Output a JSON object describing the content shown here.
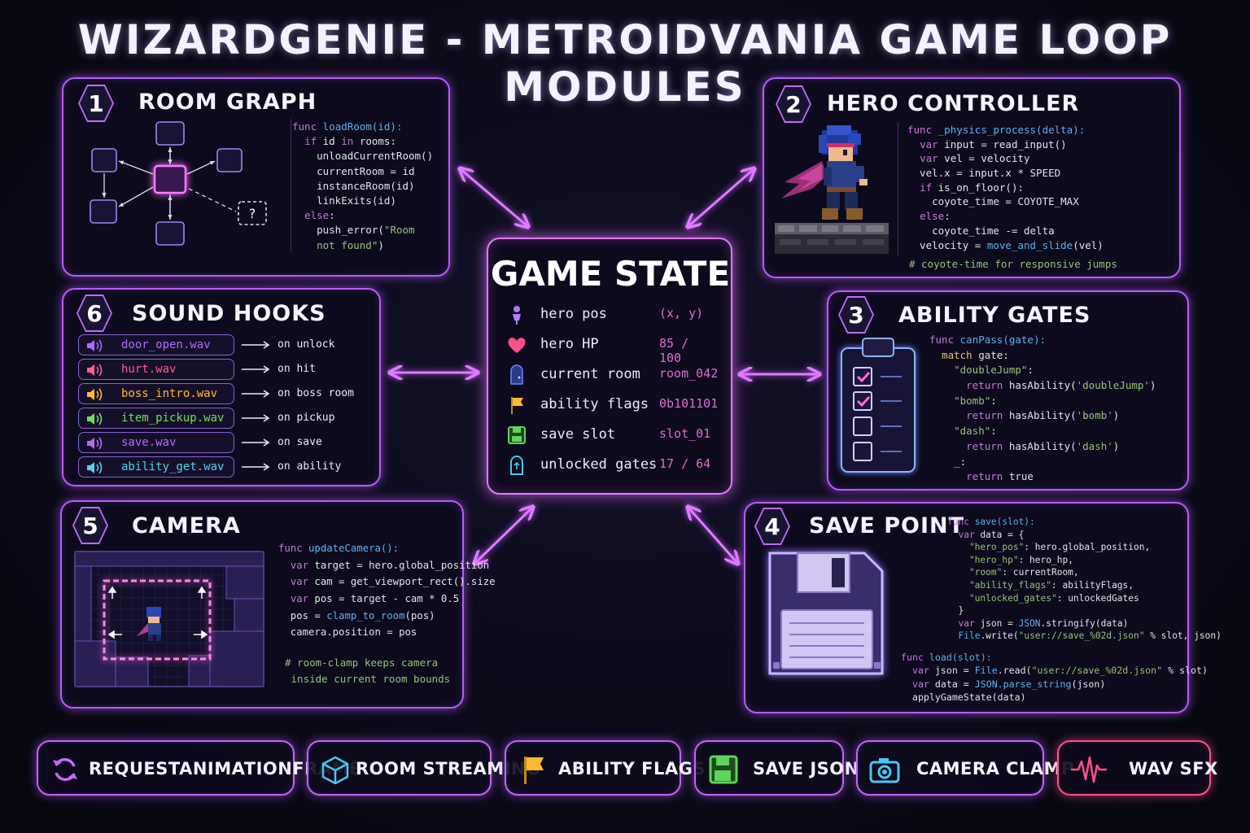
{
  "title": "WIZARDGENIE - METROIDVANIA GAME LOOP MODULES",
  "panels": {
    "room_graph": {
      "number": "1",
      "title": "ROOM GRAPH",
      "unknown_node": "?",
      "code": [
        [
          [
            "k",
            "func "
          ],
          [
            "f",
            "loadRoom(id):"
          ]
        ],
        [
          [
            "t",
            "  "
          ],
          [
            "k",
            "if"
          ],
          [
            "t",
            " id "
          ],
          [
            "k",
            "in"
          ],
          [
            "t",
            " rooms:"
          ]
        ],
        [
          [
            "t",
            "    unloadCurrentRoom()"
          ]
        ],
        [
          [
            "t",
            "    currentRoom = id"
          ]
        ],
        [
          [
            "t",
            "    instanceRoom(id)"
          ]
        ],
        [
          [
            "t",
            "    linkExits(id)"
          ]
        ],
        [
          [
            "t",
            "  "
          ],
          [
            "k",
            "else"
          ],
          [
            "t",
            ":"
          ]
        ],
        [
          [
            "t",
            "    push_error("
          ],
          [
            "s",
            "\"Room"
          ]
        ],
        [
          [
            "s",
            "    not found\""
          ],
          [
            "t",
            ")"
          ]
        ]
      ]
    },
    "hero_controller": {
      "number": "2",
      "title": "HERO CONTROLLER",
      "code": [
        [
          [
            "k",
            "func "
          ],
          [
            "f",
            "_physics_process(delta):"
          ]
        ],
        [
          [
            "t",
            "  "
          ],
          [
            "k",
            "var"
          ],
          [
            "t",
            " input = read_input()"
          ]
        ],
        [
          [
            "t",
            "  "
          ],
          [
            "k",
            "var"
          ],
          [
            "t",
            " vel = velocity"
          ]
        ],
        [
          [
            "t",
            "  vel.x = input.x * SPEED"
          ]
        ],
        [
          [
            "t",
            "  "
          ],
          [
            "k",
            "if"
          ],
          [
            "t",
            " is_on_floor():"
          ]
        ],
        [
          [
            "t",
            "    coyote_time = COYOTE_MAX"
          ]
        ],
        [
          [
            "t",
            "  "
          ],
          [
            "k",
            "else"
          ],
          [
            "t",
            ":"
          ]
        ],
        [
          [
            "t",
            "    coyote_time -= delta"
          ]
        ],
        [
          [
            "t",
            "  velocity = "
          ],
          [
            "f",
            "move_and_slide"
          ],
          [
            "t",
            "(vel)"
          ]
        ]
      ],
      "comment": "# coyote-time for responsive jumps"
    },
    "ability_gates": {
      "number": "3",
      "title": "ABILITY GATES",
      "code": [
        [
          [
            "k",
            "func "
          ],
          [
            "f",
            "canPass(gate):"
          ]
        ],
        [
          [
            "t",
            "  "
          ],
          [
            "o",
            "match"
          ],
          [
            "t",
            " gate:"
          ]
        ],
        [
          [
            "s",
            "    \"doubleJump\""
          ],
          [
            "t",
            ":"
          ]
        ],
        [
          [
            "t",
            "      "
          ],
          [
            "k",
            "return"
          ],
          [
            "t",
            " hasAbility("
          ],
          [
            "s",
            "'doubleJump'"
          ],
          [
            "t",
            ")"
          ]
        ],
        [
          [
            "s",
            "    \"bomb\""
          ],
          [
            "t",
            ":"
          ]
        ],
        [
          [
            "t",
            "      "
          ],
          [
            "k",
            "return"
          ],
          [
            "t",
            " hasAbility("
          ],
          [
            "s",
            "'bomb'"
          ],
          [
            "t",
            ")"
          ]
        ],
        [
          [
            "s",
            "    \"dash\""
          ],
          [
            "t",
            ":"
          ]
        ],
        [
          [
            "t",
            "      "
          ],
          [
            "k",
            "return"
          ],
          [
            "t",
            " hasAbility("
          ],
          [
            "s",
            "'dash'"
          ],
          [
            "t",
            ")"
          ]
        ],
        [
          [
            "t",
            "    _:"
          ]
        ],
        [
          [
            "t",
            "      "
          ],
          [
            "k",
            "return"
          ],
          [
            "t",
            " true"
          ]
        ]
      ]
    },
    "save_point": {
      "number": "4",
      "title": "SAVE POINT",
      "code": [
        [
          [
            "k",
            "func "
          ],
          [
            "f",
            "save(slot):"
          ]
        ],
        [
          [
            "t",
            "  "
          ],
          [
            "k",
            "var"
          ],
          [
            "t",
            " data = {"
          ]
        ],
        [
          [
            "s",
            "    \"hero_pos\""
          ],
          [
            "t",
            ": hero.global_position,"
          ]
        ],
        [
          [
            "s",
            "    \"hero_hp\""
          ],
          [
            "t",
            ": hero_hp,"
          ]
        ],
        [
          [
            "s",
            "    \"room\""
          ],
          [
            "t",
            ": currentRoom,"
          ]
        ],
        [
          [
            "s",
            "    \"ability_flags\""
          ],
          [
            "t",
            ": abilityFlags,"
          ]
        ],
        [
          [
            "s",
            "    \"unlocked_gates\""
          ],
          [
            "t",
            ": unlockedGates"
          ]
        ],
        [
          [
            "t",
            "  }"
          ]
        ],
        [
          [
            "t",
            "  "
          ],
          [
            "k",
            "var"
          ],
          [
            "t",
            " json = "
          ],
          [
            "f",
            "JSON"
          ],
          [
            "t",
            ".stringify(data)"
          ]
        ],
        [
          [
            "t",
            "  "
          ],
          [
            "f",
            "File"
          ],
          [
            "t",
            ".write("
          ],
          [
            "s",
            "\"user://save_%02d.json\""
          ],
          [
            "t",
            " % slot, json)"
          ]
        ]
      ],
      "code2": [
        [
          [
            "k",
            "func "
          ],
          [
            "f",
            "load(slot):"
          ]
        ],
        [
          [
            "t",
            "  "
          ],
          [
            "k",
            "var"
          ],
          [
            "t",
            " json = "
          ],
          [
            "f",
            "File"
          ],
          [
            "t",
            ".read("
          ],
          [
            "s",
            "\"user://save_%02d.json\""
          ],
          [
            "t",
            " % slot)"
          ]
        ],
        [
          [
            "t",
            "  "
          ],
          [
            "k",
            "var"
          ],
          [
            "t",
            " data = "
          ],
          [
            "f",
            "JSON.parse_string"
          ],
          [
            "t",
            "(json)"
          ]
        ],
        [
          [
            "t",
            "  applyGameState(data)"
          ]
        ]
      ]
    },
    "camera": {
      "number": "5",
      "title": "CAMERA",
      "code": [
        [
          [
            "k",
            "func "
          ],
          [
            "f",
            "updateCamera():"
          ]
        ],
        [
          [
            "t",
            "  "
          ],
          [
            "k",
            "var"
          ],
          [
            "t",
            " target = hero.global_position"
          ]
        ],
        [
          [
            "t",
            "  "
          ],
          [
            "k",
            "var"
          ],
          [
            "t",
            " cam = get_viewport_rect().size"
          ]
        ],
        [
          [
            "t",
            "  "
          ],
          [
            "k",
            "var"
          ],
          [
            "t",
            " pos = target - cam * 0.5"
          ]
        ],
        [
          [
            "t",
            "  pos = "
          ],
          [
            "f",
            "clamp_to_room"
          ],
          [
            "t",
            "(pos)"
          ]
        ],
        [
          [
            "t",
            "  camera.position = pos"
          ]
        ]
      ],
      "comment": [
        "# room-clamp keeps camera",
        " inside current room bounds"
      ]
    },
    "sound_hooks": {
      "number": "6",
      "title": "SOUND HOOKS",
      "rows": [
        {
          "file": "door_open.wav",
          "event": "on unlock",
          "color": "#b06cff"
        },
        {
          "file": "hurt.wav",
          "event": "on hit",
          "color": "#ff5d8f"
        },
        {
          "file": "boss_intro.wav",
          "event": "on boss room",
          "color": "#ffb833"
        },
        {
          "file": "item_pickup.wav",
          "event": "on pickup",
          "color": "#6fe05a"
        },
        {
          "file": "save.wav",
          "event": "on save",
          "color": "#b06cff"
        },
        {
          "file": "ability_get.wav",
          "event": "on ability",
          "color": "#4fd2f0"
        }
      ]
    }
  },
  "game_state": {
    "title": "GAME STATE",
    "rows": [
      {
        "label": "hero pos",
        "value": "(x, y)",
        "icon": "person-icon"
      },
      {
        "label": "hero HP",
        "value": "85 / 100",
        "icon": "heart-icon"
      },
      {
        "label": "current room",
        "value": "room_042",
        "icon": "door-icon"
      },
      {
        "label": "ability flags",
        "value": "0b101101",
        "icon": "flag-icon"
      },
      {
        "label": "save slot",
        "value": "slot_01",
        "icon": "floppy-icon"
      },
      {
        "label": "unlocked gates",
        "value": "17 / 64",
        "icon": "gate-icon"
      }
    ]
  },
  "footer": [
    {
      "label": "REQUESTANIMATIONFRAME",
      "icon": "refresh-icon",
      "color": "#c46bff"
    },
    {
      "label": "ROOM STREAMING",
      "icon": "cube-icon",
      "color": "#49c7f0"
    },
    {
      "label": "ABILITY FLAGS",
      "icon": "flag-icon",
      "color": "#ffb833"
    },
    {
      "label": "SAVE JSON",
      "icon": "floppy-icon",
      "color": "#5fd35a"
    },
    {
      "label": "CAMERA CLAMP",
      "icon": "camera-icon",
      "color": "#49c7f0"
    },
    {
      "label": "WAV SFX",
      "icon": "waveform-icon",
      "color": "#ff4f8b"
    }
  ]
}
